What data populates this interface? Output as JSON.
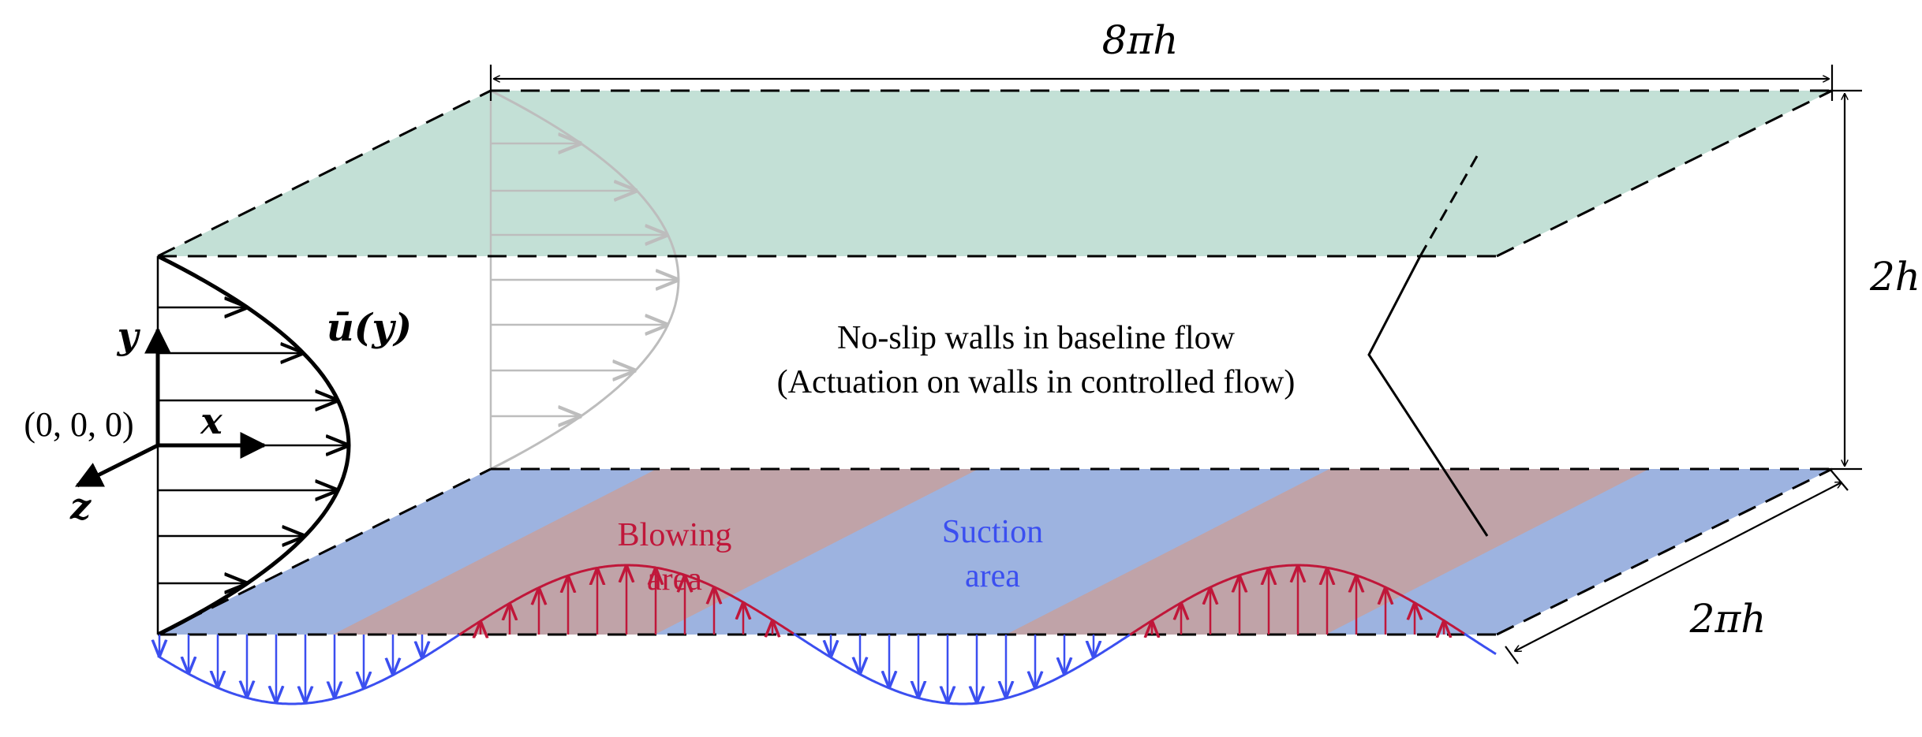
{
  "labels": {
    "length": "8πh",
    "height": "2h",
    "width": "2πh",
    "profile": "ū(y)",
    "origin": "(0, 0, 0)",
    "axis_x": "x",
    "axis_y": "y",
    "axis_z": "z",
    "callout_line1": "No-slip walls in baseline flow",
    "callout_line2": "(Actuation on walls in controlled flow)",
    "blowing_line1": "Blowing",
    "blowing_line2": "area",
    "suction_line1": "Suction",
    "suction_line2": "area"
  },
  "colors": {
    "top_wall": "#c3e0d6",
    "bottom_wall": "#9db3e0",
    "blowing_band": "#c0a3a8",
    "blowing": "#c0173a",
    "suction": "#3b4ff0",
    "profile_faint": "#bdbdbd",
    "ink": "#000000"
  }
}
